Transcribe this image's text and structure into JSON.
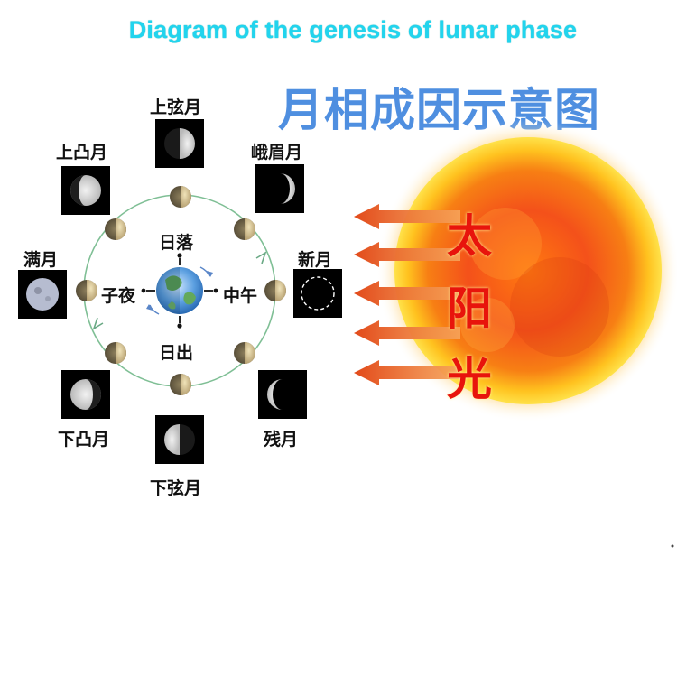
{
  "title_en": "Diagram of the genesis of lunar phase",
  "title_zh": "月相成因示意图",
  "phases": {
    "first_quarter": "上弦月",
    "waxing_gibbous": "上凸月",
    "waxing_crescent": "峨眉月",
    "full_moon": "满月",
    "new_moon": "新月",
    "waning_gibbous": "下凸月",
    "waning_crescent": "残月",
    "last_quarter": "下弦月"
  },
  "earth_times": {
    "sunset": "日落",
    "midnight": "子夜",
    "noon": "中午",
    "sunrise": "日出"
  },
  "sunlight_chars": [
    "太",
    "阳",
    "光"
  ],
  "colors": {
    "title_en": "#21d4ee",
    "title_zh": "#4f8fe0",
    "sunlight_text": "#e8140c",
    "orbit": "#7fbf95"
  }
}
